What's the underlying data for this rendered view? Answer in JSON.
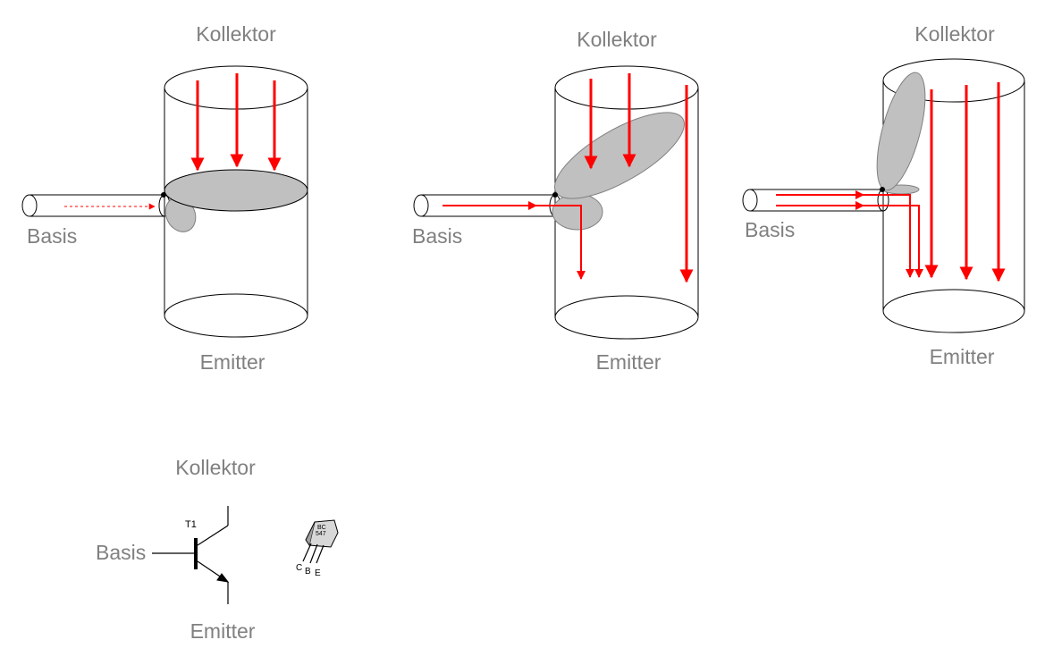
{
  "colors": {
    "outline": "#000000",
    "label": "#808080",
    "lobe_fill": "#c0c0c0",
    "lobe_stroke": "#808080",
    "current": "#ff0000"
  },
  "panels": [
    {
      "collector_label": "Kollektor",
      "base_label": "Basis",
      "emitter_label": "Emitter"
    },
    {
      "collector_label": "Kollektor",
      "base_label": "Basis",
      "emitter_label": "Emitter"
    },
    {
      "collector_label": "Kollektor",
      "base_label": "Basis",
      "emitter_label": "Emitter"
    }
  ],
  "symbol": {
    "collector_label": "Kollektor",
    "base_label": "Basis",
    "emitter_label": "Emitter",
    "designator": "T1"
  },
  "package": {
    "marking_line1": "BC",
    "marking_line2": "547",
    "pin_c": "C",
    "pin_b": "B",
    "pin_e": "E"
  }
}
